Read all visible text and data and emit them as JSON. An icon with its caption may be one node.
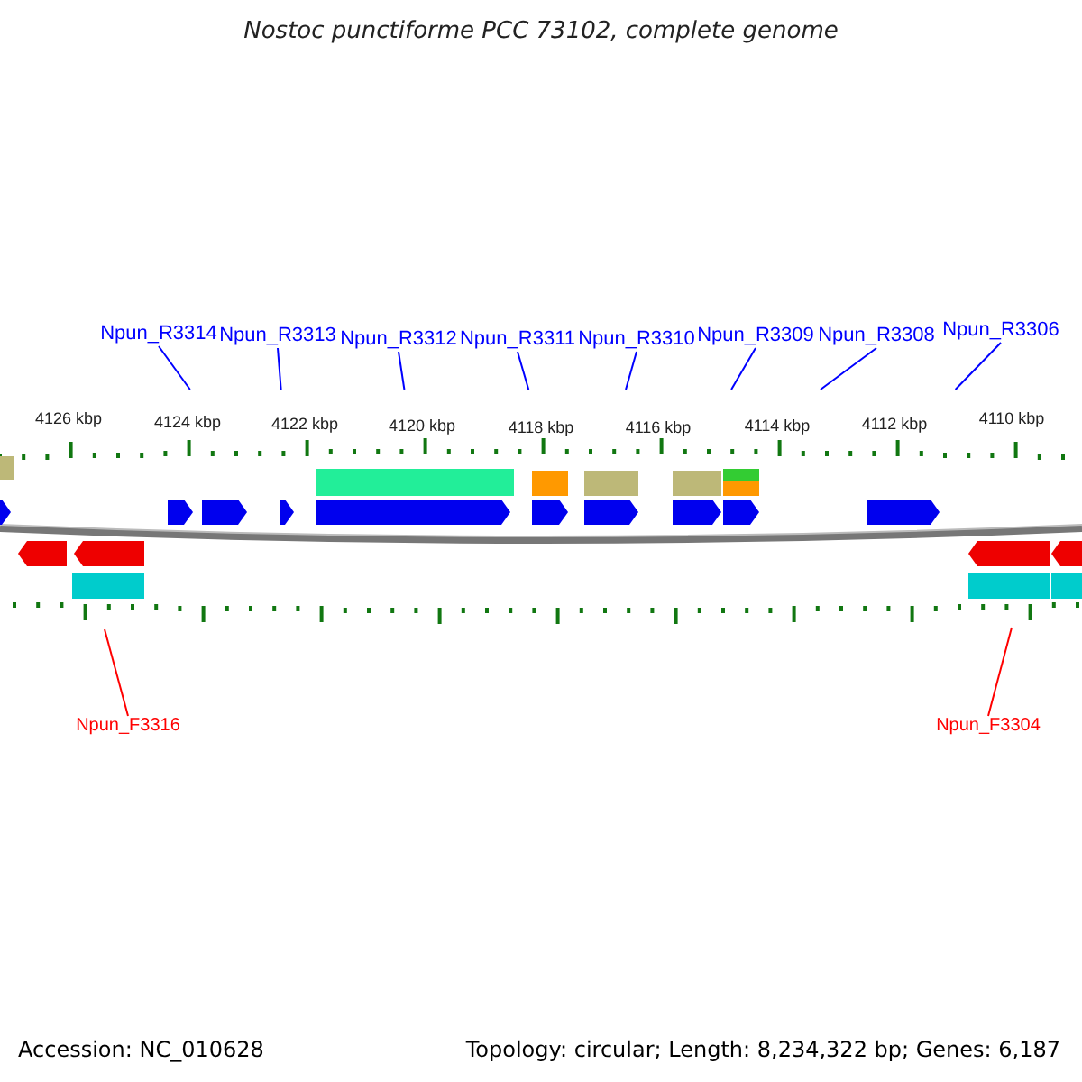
{
  "diagram": {
    "title": "Nostoc punctiforme PCC 73102, complete genome",
    "nodes": [
      {
        "text": [
          "Npun_R3314"
        ]
      },
      {
        "text": [
          "Npun_R3313"
        ]
      },
      {
        "text": [
          "Npun_R3312"
        ]
      },
      {
        "text": [
          "Npun_R3311"
        ]
      },
      {
        "text": [
          "Npun_R3310"
        ]
      },
      {
        "text": [
          "Npun_R3309"
        ]
      },
      {
        "text": [
          "Npun_R3308"
        ]
      },
      {
        "text": [
          "Npun_R3306"
        ]
      },
      {
        "text": [
          "Npun_F3316"
        ]
      },
      {
        "text": [
          "Npun_F3304"
        ]
      }
    ],
    "edges": [
      {
        "from": 0,
        "to": null,
        "arrow": "none"
      },
      {
        "from": 1,
        "to": null,
        "arrow": "none"
      },
      {
        "from": 2,
        "to": null,
        "arrow": "none"
      },
      {
        "from": 3,
        "to": null,
        "arrow": "none"
      },
      {
        "from": 4,
        "to": null,
        "arrow": "none"
      },
      {
        "from": 5,
        "to": null,
        "arrow": "none"
      },
      {
        "from": 6,
        "to": null,
        "arrow": "none"
      },
      {
        "from": 7,
        "to": null,
        "arrow": "none"
      },
      {
        "from": 8,
        "to": null,
        "arrow": "none",
        "color": "#ff0000"
      },
      {
        "from": 9,
        "to": null,
        "arrow": "none",
        "color": "#ff0000"
      }
    ],
    "labels": [
      "4126 kbp",
      "4124 kbp",
      "4122 kbp",
      "4120 kbp",
      "4118 kbp",
      "4116 kbp",
      "4114 kbp",
      "4112 kbp",
      "4110 kbp",
      "Accession: NC_010628",
      "Topology: circular; Length: 8,234,322 bp; Genes: 6,187"
    ]
  }
}
